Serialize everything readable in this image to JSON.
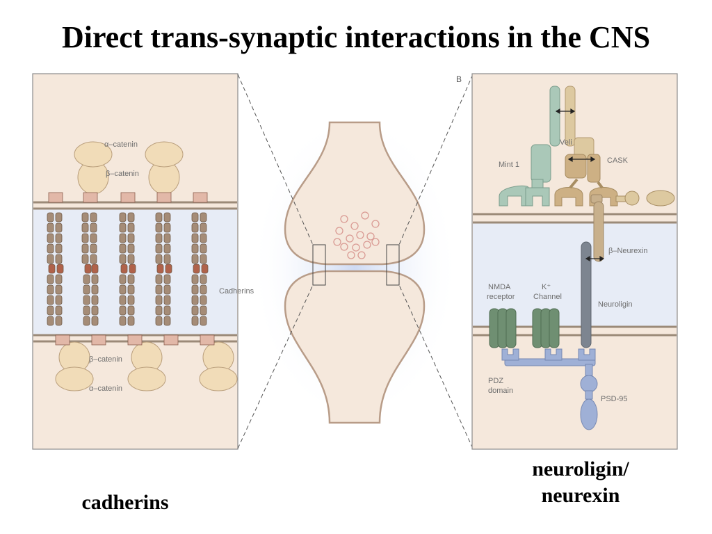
{
  "slide": {
    "title": "Direct trans-synaptic interactions in the CNS",
    "caption_left": "cadherins",
    "caption_right_line1": "neuroligin/",
    "caption_right_line2": "neurexin"
  },
  "panel_left": {
    "labels": {
      "alpha_catenin_top": "α–catenin",
      "beta_catenin_top": "β–catenin",
      "cadherins": "Cadherins",
      "beta_catenin_bottom": "β–catenin",
      "alpha_catenin_bottom": "α–catenin"
    }
  },
  "panel_right": {
    "labels": {
      "panel_letter": "B",
      "veli": "Veli",
      "mint": "Mint 1",
      "cask": "CASK",
      "beta_neurexin": "β–Neurexin",
      "nmda_line1": "NMDA",
      "nmda_line2": "receptor",
      "k_line1": "K⁺",
      "k_line2": "Channel",
      "neuroligin": "Neuroligin",
      "pdz_line1": "PDZ",
      "pdz_line2": "domain",
      "psd95": "PSD-95"
    }
  },
  "colors": {
    "panel_bg": "#f5e8dc",
    "cleft_bg": "#e7ecf6",
    "membrane": "#9b8a78",
    "cadherin_body": "#a58c77",
    "cadherin_red": "#b0624a",
    "catenin": "#f1dcb8",
    "mint_green": "#aac8b8",
    "veli_tan": "#ddc9a0",
    "cask_tan": "#cdb084",
    "neurexin": "#c8b08c",
    "neuroligin": "#7d8590",
    "receptor_green": "#6f8f72",
    "psd95_blue": "#9fb0d6"
  }
}
